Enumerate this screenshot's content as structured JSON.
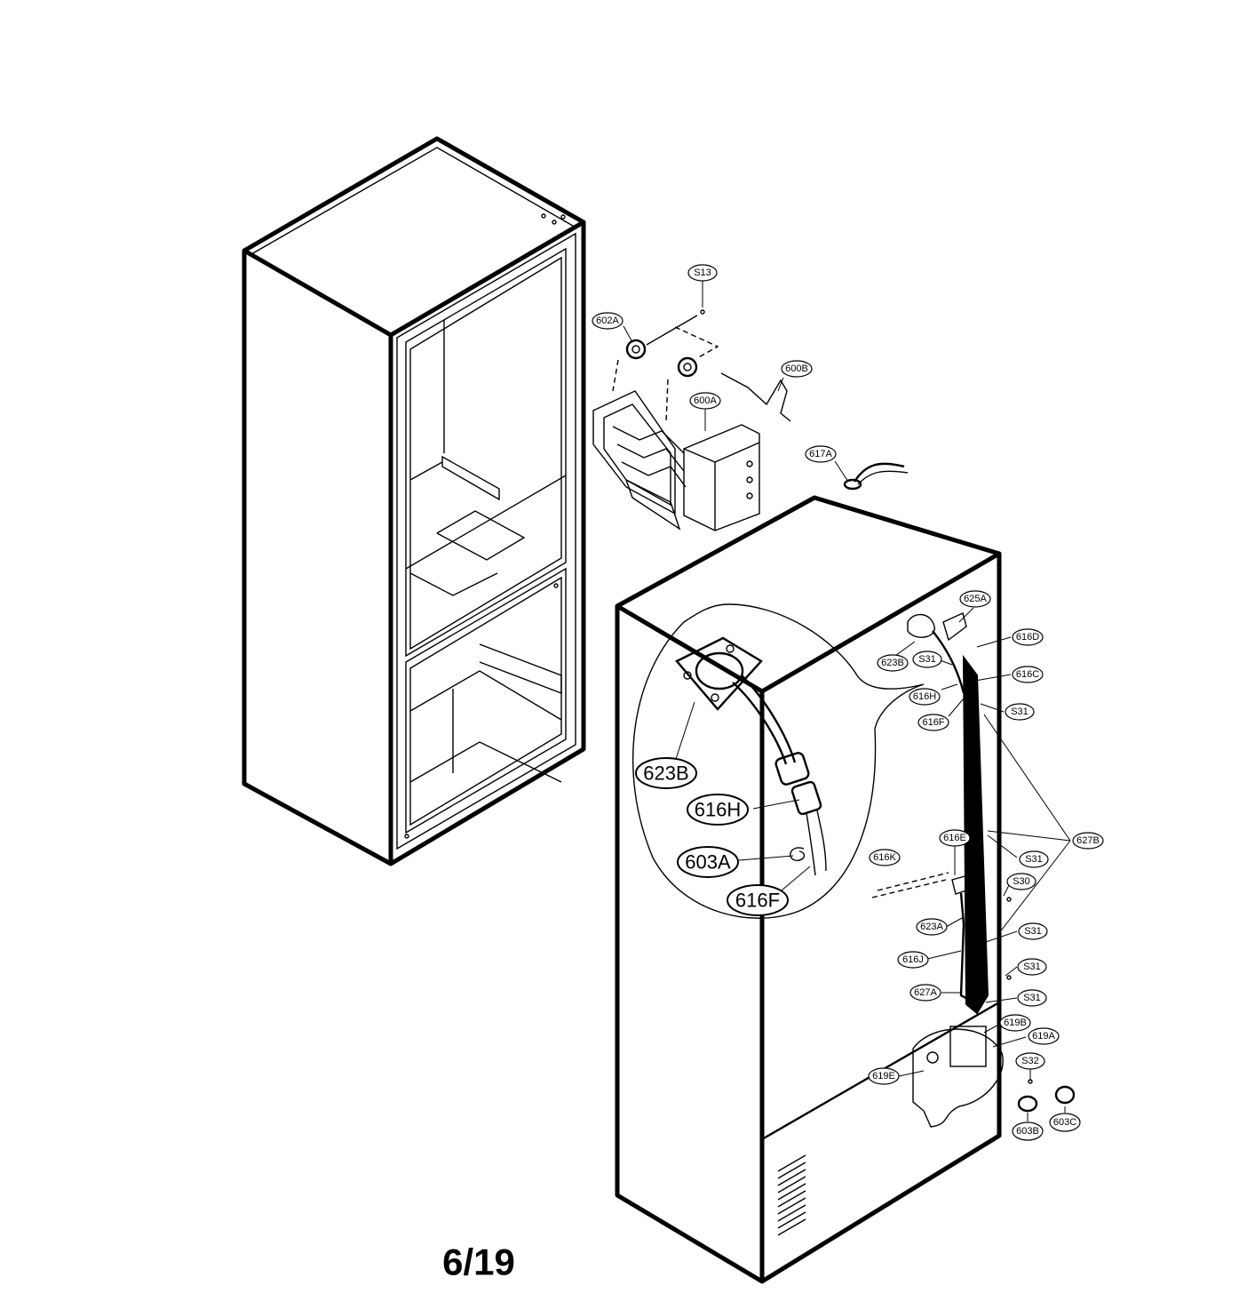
{
  "page_number": "6/19",
  "callouts": [
    {
      "id": "s13",
      "text": "S13"
    },
    {
      "id": "602a",
      "text": "602A"
    },
    {
      "id": "600b",
      "text": "600B"
    },
    {
      "id": "600a",
      "text": "600A"
    },
    {
      "id": "617a",
      "text": "617A"
    },
    {
      "id": "625a",
      "text": "625A"
    },
    {
      "id": "616d",
      "text": "616D"
    },
    {
      "id": "623b-small",
      "text": "623B"
    },
    {
      "id": "s31-a",
      "text": "S31"
    },
    {
      "id": "616c",
      "text": "616C"
    },
    {
      "id": "616h-small",
      "text": "616H"
    },
    {
      "id": "616f-small",
      "text": "616F"
    },
    {
      "id": "s31-b",
      "text": "S31"
    },
    {
      "id": "616e",
      "text": "616E"
    },
    {
      "id": "627b",
      "text": "627B"
    },
    {
      "id": "616k",
      "text": "616K"
    },
    {
      "id": "s31-c",
      "text": "S31"
    },
    {
      "id": "s30",
      "text": "S30"
    },
    {
      "id": "623a",
      "text": "623A"
    },
    {
      "id": "s31-d",
      "text": "S31"
    },
    {
      "id": "616j",
      "text": "616J"
    },
    {
      "id": "s31-e",
      "text": "S31"
    },
    {
      "id": "627a",
      "text": "627A"
    },
    {
      "id": "s31-f",
      "text": "S31"
    },
    {
      "id": "619b",
      "text": "619B"
    },
    {
      "id": "619a",
      "text": "619A"
    },
    {
      "id": "s32",
      "text": "S32"
    },
    {
      "id": "619e",
      "text": "619E"
    },
    {
      "id": "603b",
      "text": "603B"
    },
    {
      "id": "603c",
      "text": "603C"
    }
  ],
  "detail_callouts": [
    {
      "id": "623b",
      "text": "623B"
    },
    {
      "id": "616h",
      "text": "616H"
    },
    {
      "id": "603a",
      "text": "603A"
    },
    {
      "id": "616f",
      "text": "616F"
    }
  ]
}
